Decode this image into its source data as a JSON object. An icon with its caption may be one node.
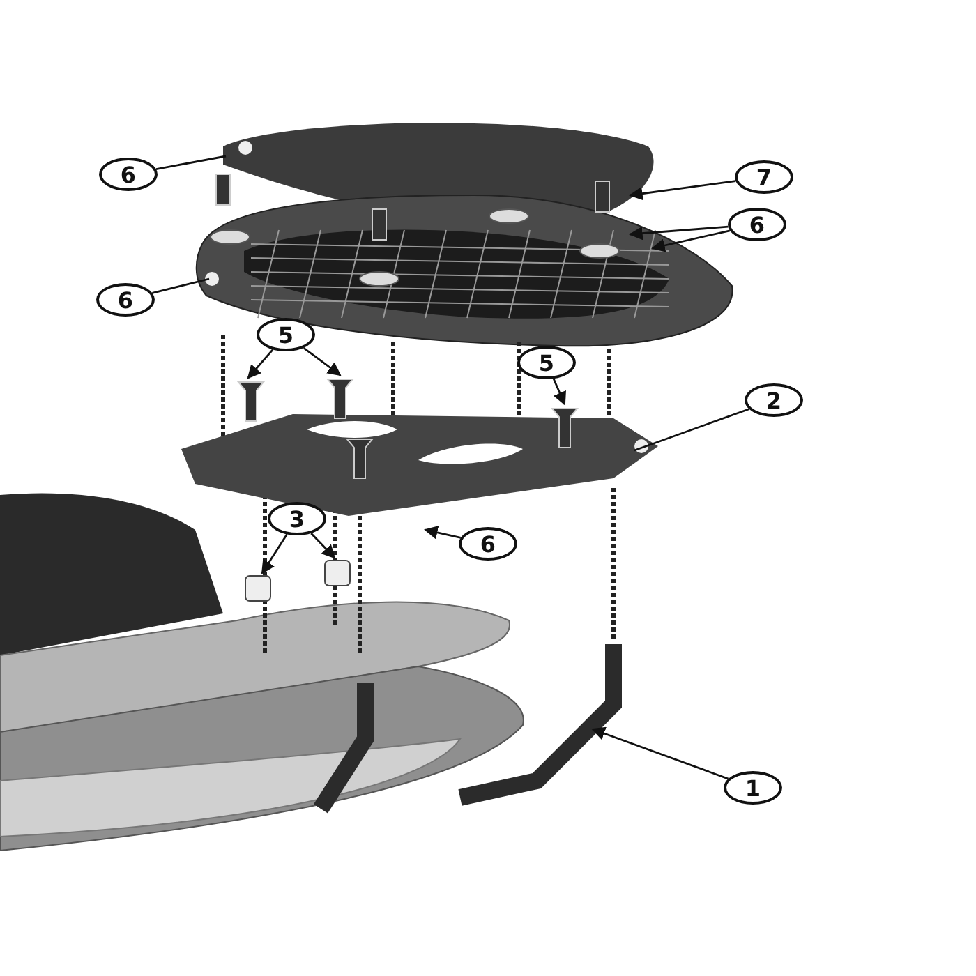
{
  "diagram": {
    "nodes": [
      {
        "text": [
          "6"
        ]
      },
      {
        "text": [
          "7"
        ]
      },
      {
        "text": [
          "6"
        ]
      },
      {
        "text": [
          "6"
        ]
      },
      {
        "text": [
          "5"
        ]
      },
      {
        "text": [
          "5"
        ]
      },
      {
        "text": [
          "2"
        ]
      },
      {
        "text": [
          "3"
        ]
      },
      {
        "text": [
          "6"
        ]
      },
      {
        "text": [
          "1"
        ]
      }
    ],
    "edges": [
      {
        "from": 0,
        "to": null,
        "arrow": "none"
      },
      {
        "from": 1,
        "to": null,
        "arrow": "to"
      },
      {
        "from": 2,
        "to": null,
        "arrow": "to"
      },
      {
        "from": 2,
        "to": null,
        "arrow": "to"
      },
      {
        "from": 3,
        "to": null,
        "arrow": "none"
      },
      {
        "from": 4,
        "to": null,
        "arrow": "to"
      },
      {
        "from": 4,
        "to": null,
        "arrow": "to"
      },
      {
        "from": 5,
        "to": null,
        "arrow": "to"
      },
      {
        "from": 6,
        "to": null,
        "arrow": "none"
      },
      {
        "from": 7,
        "to": null,
        "arrow": "to"
      },
      {
        "from": 7,
        "to": null,
        "arrow": "to"
      },
      {
        "from": 8,
        "to": null,
        "arrow": "to"
      },
      {
        "from": 9,
        "to": null,
        "arrow": "to"
      }
    ]
  }
}
